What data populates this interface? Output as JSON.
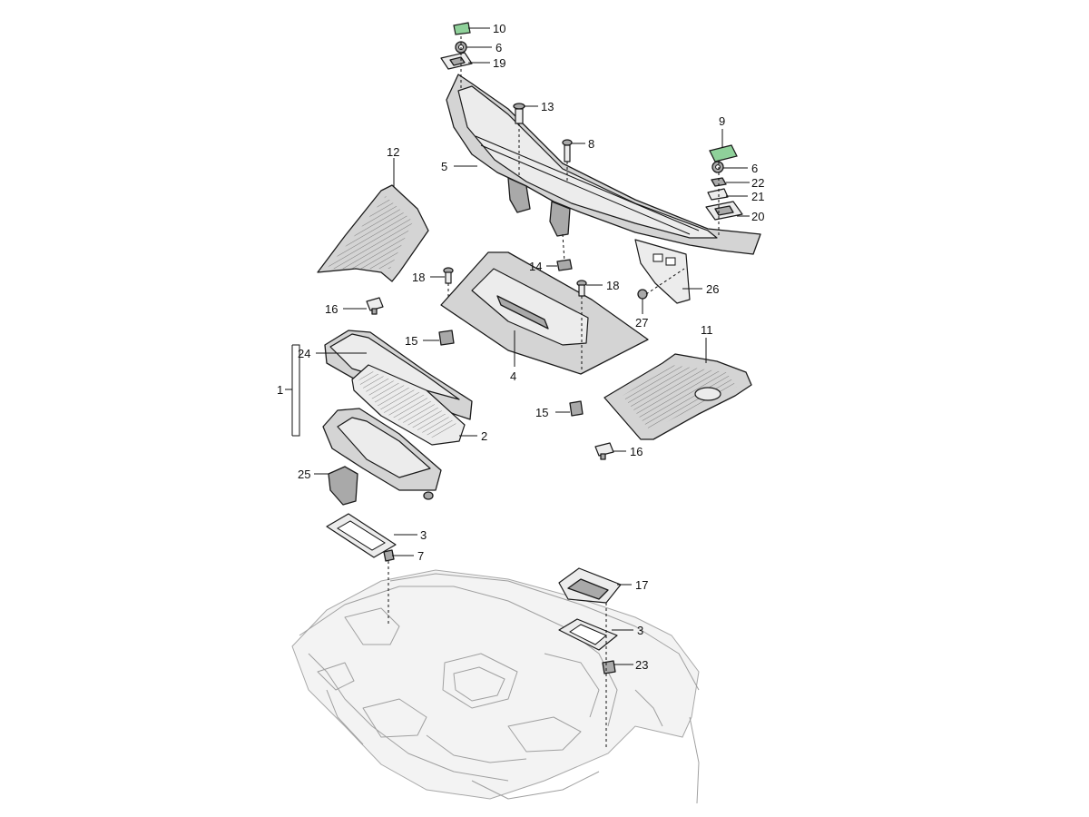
{
  "callouts": [
    {
      "id": "c1",
      "label": "1"
    },
    {
      "id": "c2",
      "label": "2"
    },
    {
      "id": "c3a",
      "label": "3"
    },
    {
      "id": "c3b",
      "label": "3"
    },
    {
      "id": "c4",
      "label": "4"
    },
    {
      "id": "c5",
      "label": "5"
    },
    {
      "id": "c6a",
      "label": "6"
    },
    {
      "id": "c6b",
      "label": "6"
    },
    {
      "id": "c7",
      "label": "7"
    },
    {
      "id": "c8",
      "label": "8"
    },
    {
      "id": "c9",
      "label": "9"
    },
    {
      "id": "c10",
      "label": "10"
    },
    {
      "id": "c11",
      "label": "11"
    },
    {
      "id": "c12",
      "label": "12"
    },
    {
      "id": "c13",
      "label": "13"
    },
    {
      "id": "c14",
      "label": "14"
    },
    {
      "id": "c15a",
      "label": "15"
    },
    {
      "id": "c15b",
      "label": "15"
    },
    {
      "id": "c16a",
      "label": "16"
    },
    {
      "id": "c16b",
      "label": "16"
    },
    {
      "id": "c17",
      "label": "17"
    },
    {
      "id": "c18a",
      "label": "18"
    },
    {
      "id": "c18b",
      "label": "18"
    },
    {
      "id": "c19",
      "label": "19"
    },
    {
      "id": "c20",
      "label": "20"
    },
    {
      "id": "c21",
      "label": "21"
    },
    {
      "id": "c22",
      "label": "22"
    },
    {
      "id": "c23",
      "label": "23"
    },
    {
      "id": "c24",
      "label": "24"
    },
    {
      "id": "c25",
      "label": "25"
    },
    {
      "id": "c26",
      "label": "26"
    },
    {
      "id": "c27",
      "label": "27"
    }
  ],
  "colors": {
    "highlight": "#8fd19a",
    "part_fill": "#d4d4d4",
    "outline": "#1a1a1a"
  }
}
